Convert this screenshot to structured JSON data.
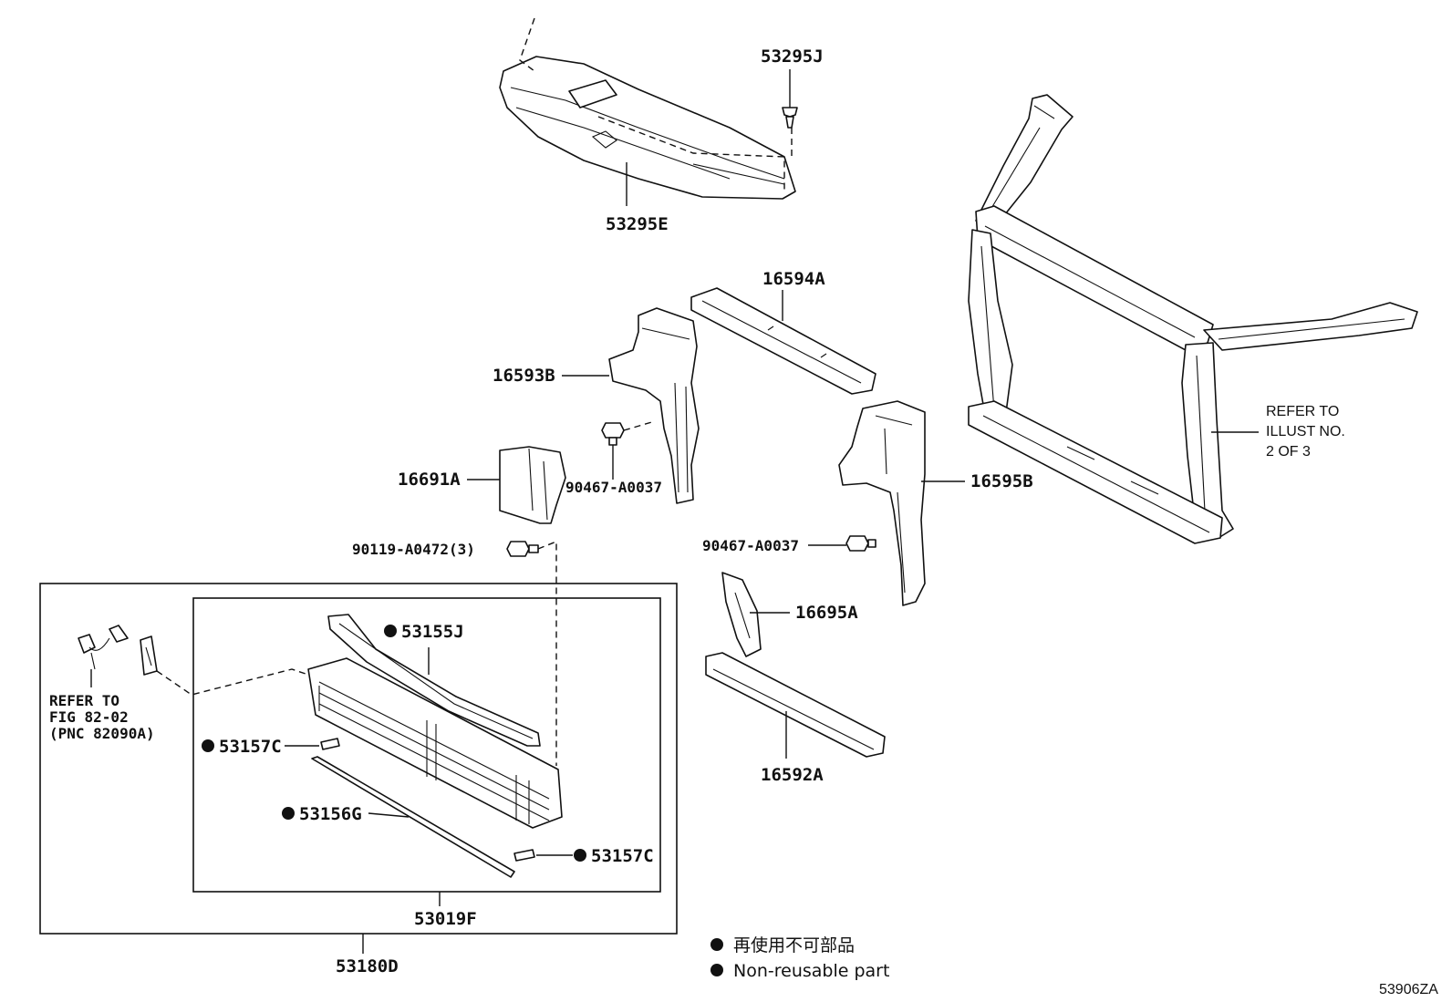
{
  "parts": {
    "p53295J": "53295J",
    "p53295E": "53295E",
    "p16594A": "16594A",
    "p16593B": "16593B",
    "p90467_left": "90467-A0037",
    "p16691A": "16691A",
    "p90119": "90119-A0472(3)",
    "p16595B": "16595B",
    "p90467_right": "90467-A0037",
    "p16695A": "16695A",
    "p16592A": "16592A",
    "p53155J": "53155J",
    "p53157C_left": "53157C",
    "p53156G": "53156G",
    "p53157C_right": "53157C",
    "p53019F": "53019F",
    "p53180D": "53180D"
  },
  "refer_fig": {
    "line1": "REFER TO",
    "line2": "FIG 82-02",
    "line3": "(PNC 82090A)"
  },
  "refer_illust": {
    "line1": "REFER TO",
    "line2": "ILLUST NO.",
    "line3": "2 OF 3"
  },
  "legend": {
    "jp": "再使用不可部品",
    "en": "Non-reusable part"
  },
  "diagram_id": "53906ZA"
}
